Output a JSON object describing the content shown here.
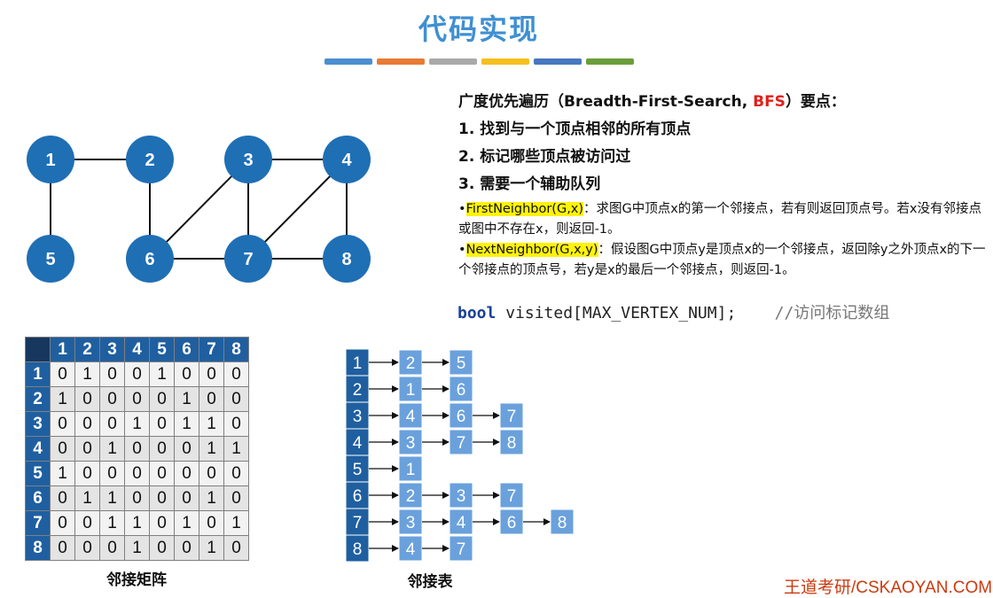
{
  "title": "代码实现",
  "color_bars": [
    "#4b8fd0",
    "#e87b35",
    "#a9a9a9",
    "#f5bf1e",
    "#4777bf",
    "#6b9e3a"
  ],
  "graph": {
    "node_color": "#1f6fb5",
    "nodes": [
      {
        "id": "1",
        "col": 0,
        "row": 0
      },
      {
        "id": "2",
        "col": 1,
        "row": 0
      },
      {
        "id": "3",
        "col": 2,
        "row": 0
      },
      {
        "id": "4",
        "col": 3,
        "row": 0
      },
      {
        "id": "5",
        "col": 0,
        "row": 1
      },
      {
        "id": "6",
        "col": 1,
        "row": 1
      },
      {
        "id": "7",
        "col": 2,
        "row": 1
      },
      {
        "id": "8",
        "col": 3,
        "row": 1
      }
    ],
    "edges": [
      [
        "1",
        "2"
      ],
      [
        "1",
        "5"
      ],
      [
        "2",
        "6"
      ],
      [
        "3",
        "4"
      ],
      [
        "3",
        "6"
      ],
      [
        "3",
        "7"
      ],
      [
        "4",
        "7"
      ],
      [
        "4",
        "8"
      ],
      [
        "6",
        "7"
      ],
      [
        "7",
        "8"
      ]
    ]
  },
  "key_points": {
    "heading_prefix": "广度优先遍历（Breadth-First-Search, ",
    "heading_bfs": "BFS",
    "heading_suffix": "）要点：",
    "items": [
      "1.  找到与一个顶点相邻的所有顶点",
      "2.  标记哪些顶点被访问过",
      "3.  需要一个辅助队列"
    ]
  },
  "desc": {
    "first_bullet": "•",
    "first_func": "FirstNeighbor(G,x)",
    "first_text": "：求图G中顶点x的第一个邻接点，若有则返回顶点号。若x没有邻接点或图中不存在x，则返回-1。",
    "next_bullet": "•",
    "next_func": "NextNeighbor(G,x,y)",
    "next_text": "：假设图G中顶点y是顶点x的一个邻接点，返回除y之外顶点x的下一个邻接点的顶点号，若y是x的最后一个邻接点，则返回-1。"
  },
  "code": {
    "keyword": "bool",
    "statement": " visited[MAX_VERTEX_NUM];",
    "gap": "    ",
    "comment": "//访问标记数组"
  },
  "matrix": {
    "headers": [
      "1",
      "2",
      "3",
      "4",
      "5",
      "6",
      "7",
      "8"
    ],
    "rows": [
      [
        "0",
        "1",
        "0",
        "0",
        "1",
        "0",
        "0",
        "0"
      ],
      [
        "1",
        "0",
        "0",
        "0",
        "0",
        "1",
        "0",
        "0"
      ],
      [
        "0",
        "0",
        "0",
        "1",
        "0",
        "1",
        "1",
        "0"
      ],
      [
        "0",
        "0",
        "1",
        "0",
        "0",
        "0",
        "1",
        "1"
      ],
      [
        "1",
        "0",
        "0",
        "0",
        "0",
        "0",
        "0",
        "0"
      ],
      [
        "0",
        "1",
        "1",
        "0",
        "0",
        "0",
        "1",
        "0"
      ],
      [
        "0",
        "0",
        "1",
        "1",
        "0",
        "1",
        "0",
        "1"
      ],
      [
        "0",
        "0",
        "0",
        "1",
        "0",
        "0",
        "1",
        "0"
      ]
    ],
    "caption": "邻接矩阵"
  },
  "adj_list": {
    "head_color": "#1f5fa0",
    "node_color": "#6aa1dc",
    "rows": [
      {
        "head": "1",
        "nodes": [
          "2",
          "5"
        ]
      },
      {
        "head": "2",
        "nodes": [
          "1",
          "6"
        ]
      },
      {
        "head": "3",
        "nodes": [
          "4",
          "6",
          "7"
        ]
      },
      {
        "head": "4",
        "nodes": [
          "3",
          "7",
          "8"
        ]
      },
      {
        "head": "5",
        "nodes": [
          "1"
        ]
      },
      {
        "head": "6",
        "nodes": [
          "2",
          "3",
          "7"
        ]
      },
      {
        "head": "7",
        "nodes": [
          "3",
          "4",
          "6",
          "8"
        ]
      },
      {
        "head": "8",
        "nodes": [
          "4",
          "7"
        ]
      }
    ],
    "caption": "邻接表"
  },
  "footer": "王道考研/CSKAOYAN.COM"
}
